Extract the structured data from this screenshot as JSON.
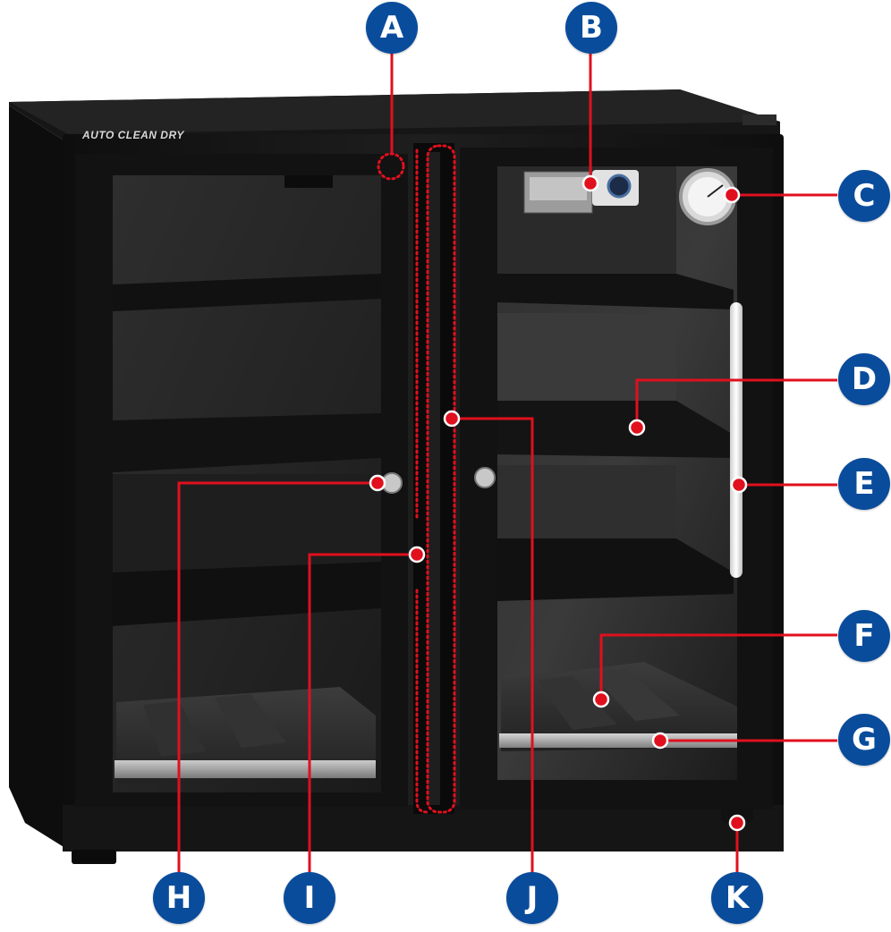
{
  "brand_text": "AUTO CLEAN DRY",
  "colors": {
    "badge": "#0a4c9c",
    "leader": "#e0101e",
    "dot_fill": "#e0101e",
    "dot_stroke": "#ffffff",
    "dashed_outline": "#e0101e",
    "cabinet_body": "#1c1c1c",
    "cabinet_frame": "#101010",
    "glass": "#2a2a2a",
    "shelf": "#141414",
    "led_strip": "#f2f2f2",
    "tray": "#9a9a9a"
  },
  "callouts": [
    {
      "id": "A",
      "label": "A"
    },
    {
      "id": "B",
      "label": "B"
    },
    {
      "id": "C",
      "label": "C"
    },
    {
      "id": "D",
      "label": "D"
    },
    {
      "id": "E",
      "label": "E"
    },
    {
      "id": "F",
      "label": "F"
    },
    {
      "id": "G",
      "label": "G"
    },
    {
      "id": "H",
      "label": "H"
    },
    {
      "id": "I",
      "label": "I"
    },
    {
      "id": "J",
      "label": "J"
    },
    {
      "id": "K",
      "label": "K"
    }
  ]
}
